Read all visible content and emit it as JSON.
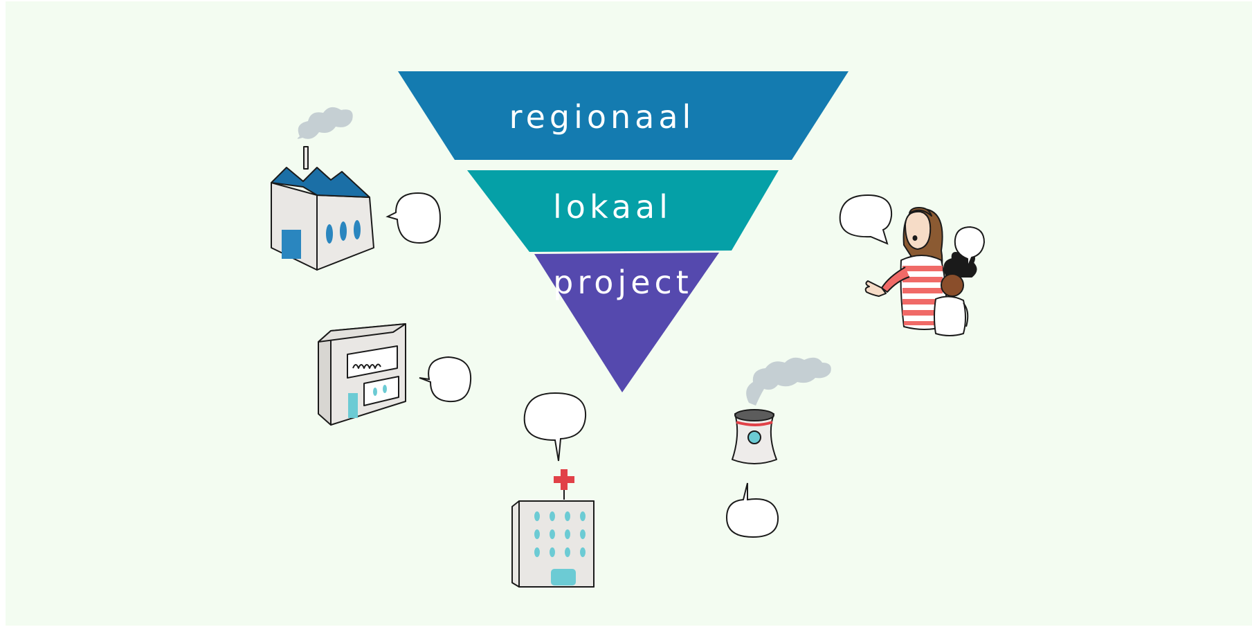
{
  "funnel": {
    "levels": [
      {
        "label": "regionaal",
        "color": "#147bb0"
      },
      {
        "label": "lokaal",
        "color": "#05a0a7"
      },
      {
        "label": "project",
        "color": "#5549ae"
      }
    ]
  },
  "colors": {
    "background": "#f3fcf1",
    "smoke": "#c5cfd3",
    "roof": "#1b6fa6",
    "building": "#e9e7e4",
    "window_blue": "#2a86bf",
    "window_teal": "#6ccbd4",
    "cross_red": "#e14148",
    "stripe_red": "#f06a67",
    "hair": "#8b5a32",
    "skin": "#f6dcc7",
    "child_skin": "#8a4e2b"
  },
  "icons": [
    "factory-icon",
    "office-building-icon",
    "hospital-icon",
    "cooling-tower-icon",
    "residents-icon",
    "speech-bubble-icon"
  ]
}
